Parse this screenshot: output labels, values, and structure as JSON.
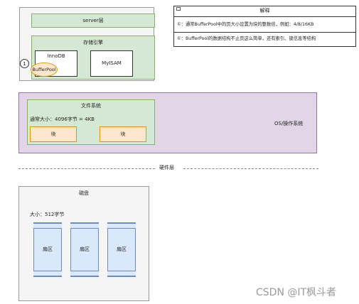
{
  "mysql": {
    "server_label": "server层",
    "storage_engine_label": "存储引擎",
    "innodb_label": "InnoDB",
    "myisam_label": "MyISAM",
    "bufferpool_label": "BufferPool",
    "marker": "1"
  },
  "legend": {
    "title": "解释",
    "note1": "①：通常BufferPool中的页大小设置为块的整数倍，例如：4/8/16KB",
    "note2": "①：BufferPool的数据结构不止页这么简单，还有索引、锁信息等结构"
  },
  "os": {
    "label": "OS/操作系统",
    "fs_label": "文件系统",
    "fs_size": "通常大小：4096字节 = 4KB",
    "block_label": "块"
  },
  "hardware": {
    "label": "硬件层"
  },
  "disk": {
    "label": "磁盘",
    "size": "大小：512字节",
    "sector_label": "扇区"
  },
  "watermark": "CSDN @IT枫斗者"
}
